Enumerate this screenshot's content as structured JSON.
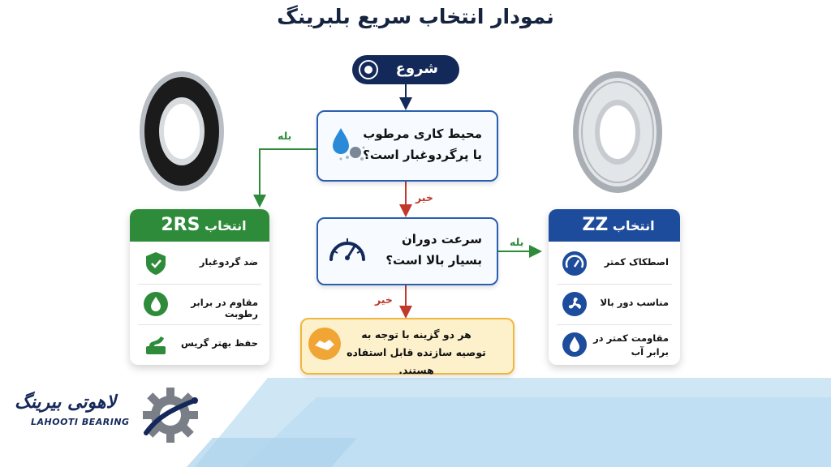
{
  "title": "نمودار انتخاب سریع بلبرینگ",
  "start": {
    "label": "شروع",
    "icon": "target-icon"
  },
  "questions": [
    {
      "line1": "محیط کاری مرطوب",
      "line2": "یا پرگردوغبار است؟",
      "icon": "water-dust-icon"
    },
    {
      "line1": "سرعت دوران",
      "line2": "بسیار بالا است؟",
      "icon": "speedometer-icon"
    }
  ],
  "edge_labels": {
    "yes": "بله",
    "no": "خیر"
  },
  "answer": {
    "line1": "هر دو گزینه با توجه به",
    "line2": "توصیه سازنده قابل استفاده هستند.",
    "icon": "handshake-icon"
  },
  "card_2rs": {
    "word": "انتخاب",
    "code": "2RS",
    "color": "#2e8b3a",
    "features": [
      {
        "text": "ضد گردوغبار",
        "icon": "shield-icon"
      },
      {
        "text": "مقاوم در برابر رطوبت",
        "icon": "drop-icon"
      },
      {
        "text": "حفظ بهتر گریس",
        "icon": "grease-icon"
      }
    ]
  },
  "card_zz": {
    "word": "انتخاب",
    "code": "ZZ",
    "color": "#1d4c9c",
    "features": [
      {
        "text": "اصطکاک کمتر",
        "icon": "gauge-icon"
      },
      {
        "text": "مناسب دور بالا",
        "icon": "fan-icon"
      },
      {
        "text": "مقاومت کمتر در برابر آب",
        "icon": "water-drop-icon"
      }
    ]
  },
  "brand": {
    "name_fa": "لاهوتی بیرینگ",
    "name_en": "LAHOOTI BEARING",
    "icon": "gear-logo-icon"
  },
  "colors": {
    "navy": "#12295a",
    "blue": "#2a5fb0",
    "green": "#2e8b3a",
    "red": "#c0392b",
    "amber": "#f0a534"
  }
}
